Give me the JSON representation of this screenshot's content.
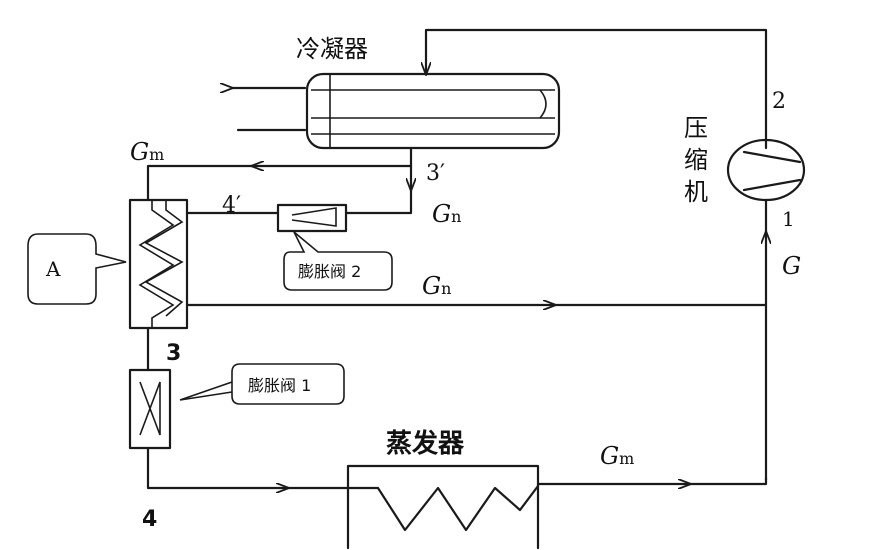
{
  "labels": {
    "condenser": "冷凝器",
    "compressor": [
      "压",
      "缩",
      "机"
    ],
    "evaporator": "蒸发器",
    "valve1": "膨胀阀 1",
    "valve2": "膨胀阀 2",
    "box_a": "A",
    "gm_top": "G",
    "gm_top_sub": "m",
    "gn_mid": "G",
    "gn_mid_sub": "n",
    "gn_low": "G",
    "gn_low_sub": "n",
    "gm_bottom": "G",
    "gm_bottom_sub": "m",
    "g_comp": "G",
    "point_2": "2",
    "point_1": "1",
    "point_3p": "3′",
    "point_4p": "4′",
    "point_3": "3",
    "point_4": "4"
  }
}
